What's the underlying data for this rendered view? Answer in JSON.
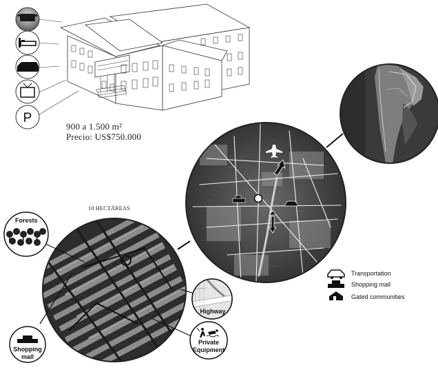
{
  "building": {
    "area": "900 a 1.500 m²",
    "price": "Precio: US$750.000"
  },
  "amenity_icons": [
    "cooking-pot-icon",
    "bed-icon",
    "sofa-icon",
    "tv-icon",
    "parking-icon"
  ],
  "parking_letter": "P",
  "site_title": "10 HECTÁREAS",
  "callouts": {
    "forests": "Forests",
    "shopping": [
      "Shopping",
      "mall"
    ],
    "private": [
      "Private",
      "Equipment"
    ],
    "highway": "Highway"
  },
  "legend": {
    "transportation": "Transportation",
    "shopping_mall": "Shopping mall",
    "gated": "Gated communities"
  },
  "colors": {
    "satellite_dark": "#2e2e2e",
    "satellite_light": "#8a8a8a",
    "ink": "#111111"
  }
}
